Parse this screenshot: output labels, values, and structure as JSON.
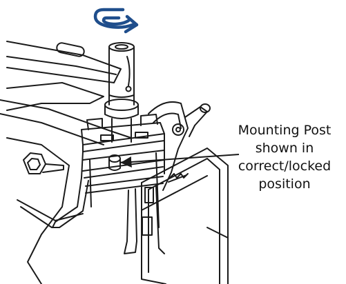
{
  "callout": {
    "lines": [
      "Mounting Post",
      "shown in",
      "correct/locked",
      "position"
    ]
  },
  "icons": {
    "rotation": "rotate-arrow-icon"
  },
  "colors": {
    "rotation_arrow": "#1f4e8c",
    "line_art": "#1a1a1a",
    "background": "#ffffff"
  }
}
